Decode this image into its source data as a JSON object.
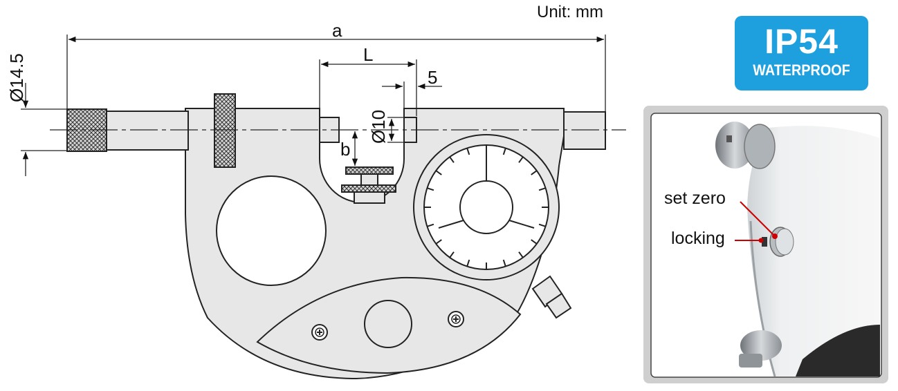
{
  "unit_label": "Unit: mm",
  "badge": {
    "rating": "IP54",
    "text": "WATERPROOF"
  },
  "dimensions": {
    "overall_length": "a",
    "anvil_span": "L",
    "anvil_offset": "5",
    "spindle_diameter": "Ø14.5",
    "anvil_diameter": "Ø10",
    "depth": "b"
  },
  "photo": {
    "labels": {
      "set_zero": "set zero",
      "locking": "locking"
    }
  },
  "colors": {
    "badge": "#1ea0df",
    "body": "#e7e7e7",
    "outline": "#222222",
    "callout": "#cc0000"
  }
}
